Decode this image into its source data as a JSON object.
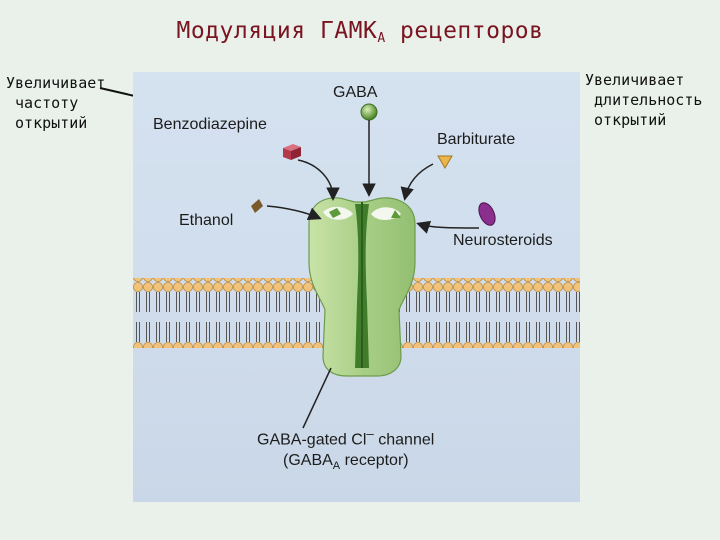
{
  "title": {
    "main": "Модуляция ГАМК",
    "sub": "A",
    "tail": " рецепторов"
  },
  "notes": {
    "left": "Увеличивает\n частоту\n открытий",
    "right": "Увеличивает\n длительность\n открытий"
  },
  "figure": {
    "gaba": "GABA",
    "benzodiazepine": "Benzodiazepine",
    "barbiturate": "Barbiturate",
    "ethanol": "Ethanol",
    "neurosteroids": "Neurosteroids",
    "channel_line1": "GABA-gated Cl",
    "channel_sup": "–",
    "channel_line1_tail": " channel",
    "channel_line2_a": "(GABA",
    "channel_line2_sub": "A",
    "channel_line2_b": " receptor)"
  },
  "colors": {
    "title": "#7a1420",
    "receptor": "#a9cf87",
    "receptor_dark": "#3f7d2b",
    "benzodiazepine": "#b33a4b",
    "barbiturate": "#e8b64a",
    "ethanol": "#7a5a2a",
    "neurosteroids": "#8b2f8f",
    "gaba": "#5c9a3a"
  }
}
